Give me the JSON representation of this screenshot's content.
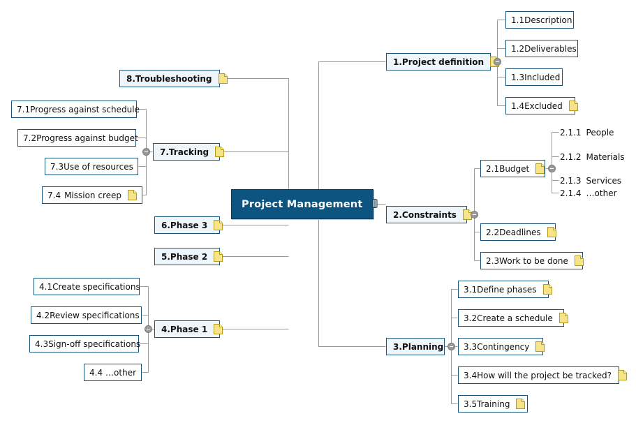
{
  "map": {
    "title": "Project Management",
    "root": {
      "label": "Project Management",
      "icon": "paperclip-icon",
      "fill": "#0d5580",
      "text_color": "#ffffff"
    },
    "colors": {
      "root_fill": "#0d5580",
      "branch_fill": "#eef5fb",
      "leaf_fill": "#ffffff",
      "node_border": "#18557d",
      "connector": "#9a9a9a",
      "doc_icon": "#f3e07a",
      "doc_icon_border": "#b49a1d",
      "text": "#101010",
      "toggle": "#9a9a9a"
    },
    "branches": [
      {
        "id": "b1",
        "num": "1.",
        "label": "Project definition",
        "icon": "doc-icon",
        "side": "right",
        "children": [
          {
            "num": "1.1",
            "label": "Description",
            "icon": null
          },
          {
            "num": "1.2",
            "label": "Deliverables",
            "icon": null
          },
          {
            "num": "1.3",
            "label": "Included",
            "icon": null
          },
          {
            "num": "1.4",
            "label": "Excluded",
            "icon": "doc-icon"
          }
        ]
      },
      {
        "id": "b2",
        "num": "2.",
        "label": "Constraints",
        "icon": "doc-icon",
        "side": "right",
        "children": [
          {
            "num": "2.1",
            "label": "Budget",
            "icon": "doc-icon",
            "children": [
              {
                "num": "2.1.1",
                "label": "People",
                "icon": null
              },
              {
                "num": "2.1.2",
                "label": "Materials",
                "icon": null
              },
              {
                "num": "2.1.3",
                "label": "Services",
                "icon": null
              },
              {
                "num": "2.1.4",
                "label": "…other",
                "icon": null
              }
            ]
          },
          {
            "num": "2.2",
            "label": "Deadlines",
            "icon": "doc-icon"
          },
          {
            "num": "2.3",
            "label": "Work to be done",
            "icon": "doc-icon"
          }
        ]
      },
      {
        "id": "b3",
        "num": "3.",
        "label": "Planning",
        "icon": null,
        "side": "right",
        "children": [
          {
            "num": "3.1",
            "label": "Define phases",
            "icon": "doc-icon"
          },
          {
            "num": "3.2",
            "label": "Create a schedule",
            "icon": "doc-icon"
          },
          {
            "num": "3.3",
            "label": "Contingency",
            "icon": "doc-icon"
          },
          {
            "num": "3.4",
            "label": "How will the project be tracked?",
            "icon": "doc-icon"
          },
          {
            "num": "3.5",
            "label": "Training",
            "icon": "doc-icon"
          }
        ]
      },
      {
        "id": "b4",
        "num": "4.",
        "label": "Phase 1",
        "icon": "doc-icon",
        "side": "left",
        "children": [
          {
            "num": "4.1",
            "label": "Create specifications",
            "icon": null
          },
          {
            "num": "4.2",
            "label": "Review specifications",
            "icon": null
          },
          {
            "num": "4.3",
            "label": "Sign-off specifications",
            "icon": null
          },
          {
            "num": "4.4",
            "label": "…other",
            "icon": null
          }
        ]
      },
      {
        "id": "b5",
        "num": "5.",
        "label": "Phase 2",
        "icon": "doc-icon",
        "side": "left",
        "children": []
      },
      {
        "id": "b6",
        "num": "6.",
        "label": "Phase 3",
        "icon": "doc-icon",
        "side": "left",
        "children": []
      },
      {
        "id": "b7",
        "num": "7.",
        "label": "Tracking",
        "icon": "doc-icon",
        "side": "left",
        "children": [
          {
            "num": "7.1",
            "label": "Progress against schedule",
            "icon": null
          },
          {
            "num": "7.2",
            "label": "Progress against budget",
            "icon": null
          },
          {
            "num": "7.3",
            "label": "Use of resources",
            "icon": null
          },
          {
            "num": "7.4",
            "label": "Mission creep",
            "icon": "doc-icon"
          }
        ]
      },
      {
        "id": "b8",
        "num": "8.",
        "label": "Troubleshooting",
        "icon": "doc-icon",
        "side": "left",
        "children": []
      }
    ]
  }
}
